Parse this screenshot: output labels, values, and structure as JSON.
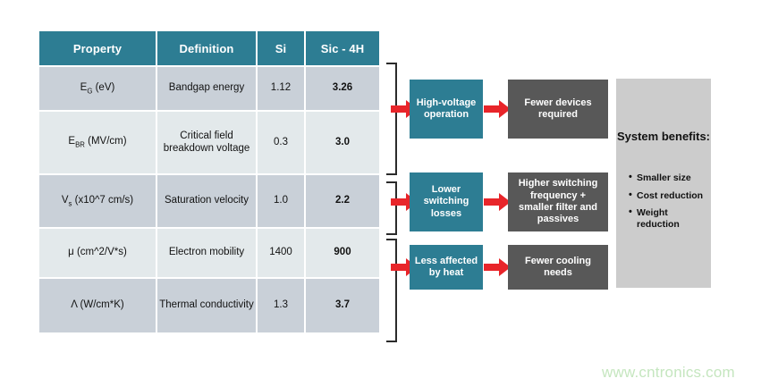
{
  "table": {
    "headers": [
      "Property",
      "Definition",
      "Si",
      "Sic - 4H"
    ],
    "rows": [
      {
        "property_main": "E",
        "property_sub": "G",
        "property_tail": " (eV)",
        "definition": "Bandgap energy",
        "si": "1.12",
        "sic": "3.26"
      },
      {
        "property_main": "E",
        "property_sub": "BR",
        "property_tail": " (MV/cm)",
        "definition": "Critical field breakdown voltage",
        "si": "0.3",
        "sic": "3.0"
      },
      {
        "property_main": "V",
        "property_sub": "s",
        "property_tail": " (x10^7 cm/s)",
        "definition": "Saturation velocity",
        "si": "1.0",
        "sic": "2.2"
      },
      {
        "property_main": "μ (cm^2/V*s)",
        "property_sub": "",
        "property_tail": "",
        "definition": "Electron mobility",
        "si": "1400",
        "sic": "900"
      },
      {
        "property_main": "Λ (W/cm*K)",
        "property_sub": "",
        "property_tail": "",
        "definition": "Thermal conductivity",
        "si": "1.3",
        "sic": "3.7"
      }
    ]
  },
  "flow": {
    "rows": [
      {
        "cause": "High-voltage operation",
        "effect": "Fewer devices required"
      },
      {
        "cause": "Lower switching losses",
        "effect": "Higher switching frequency + smaller filter and passives"
      },
      {
        "cause": "Less affected by heat",
        "effect": "Fewer cooling needs"
      }
    ]
  },
  "benefits": {
    "title": "System benefits:",
    "items": [
      "Smaller size",
      "Cost reduction",
      "Weight reduction"
    ]
  },
  "watermark": {
    "text": "www.cntronics.com"
  },
  "colors": {
    "teal": "#2d7d93",
    "gray_box": "#585858",
    "arrow_red": "#e8252a",
    "value_red": "#cc1111",
    "band_dark": "#c9d0d8",
    "band_light": "#e3e9eb",
    "panel_gray": "#cccccc",
    "watermark_green": "#c5e6bf"
  }
}
